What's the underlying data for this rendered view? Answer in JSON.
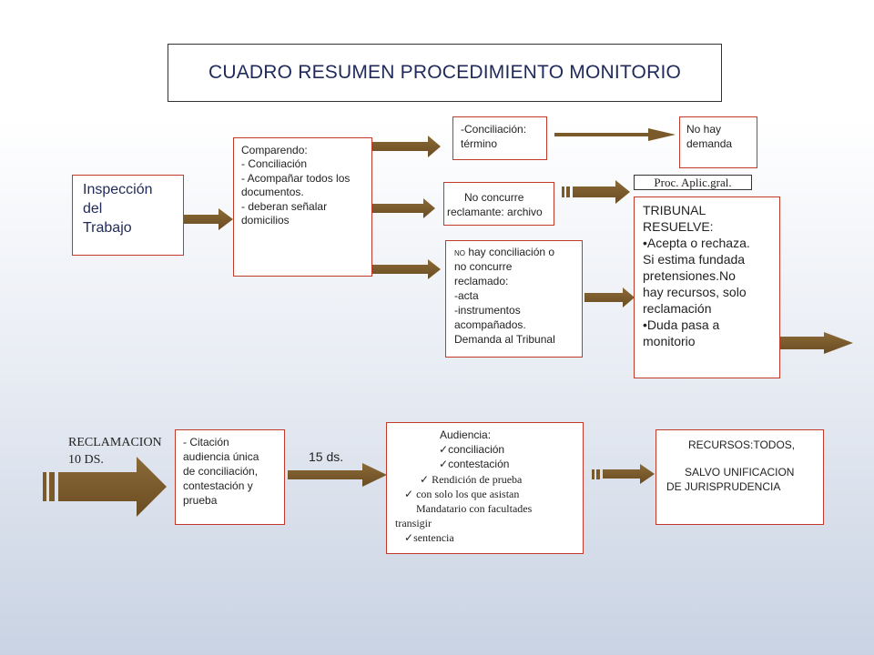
{
  "title": "CUADRO RESUMEN PROCEDIMIENTO MONITORIO",
  "inspeccion": [
    "Inspección",
    "del",
    "Trabajo"
  ],
  "comparendo": [
    "Comparendo:",
    "- Conciliación",
    "- Acompañar todos los",
    "documentos.",
    "- deberan señalar",
    "domicilios"
  ],
  "conciliacion": [
    "-Conciliación:",
    "término"
  ],
  "no_hay_demanda": [
    "No hay",
    "demanda"
  ],
  "no_concurre": [
    "No concurre",
    "reclamante: archivo"
  ],
  "no_hay_conciliacion": {
    "no_prefix": "NO",
    "first_line_rest": " hay conciliación o",
    "lines": [
      "no concurre",
      "reclamado:",
      "-acta",
      "-instrumentos",
      "acompañados.",
      "Demanda al Tribunal"
    ]
  },
  "proc_aplic": "Proc. Aplic.gral.",
  "tribunal": [
    "TRIBUNAL",
    "RESUELVE:",
    "•Acepta o rechaza.",
    "Si estima fundada",
    "pretensiones.No",
    "hay recursos, solo",
    "reclamación",
    "•Duda pasa a",
    "monitorio"
  ],
  "reclamacion": [
    "RECLAMACION",
    "10 DS."
  ],
  "citacion": [
    "- Citación",
    "audiencia única",
    "de conciliación,",
    "contestación y",
    "prueba"
  ],
  "quince_ds": "15 ds.",
  "audiencia": {
    "heading": "Audiencia:",
    "conciliacion": "conciliación",
    "contestacion": "contestación",
    "rendicion": " Rendición de prueba",
    "con_solo": " con solo los que asistan",
    "mandatario": "Mandatario con facultades",
    "transigir": "transigir",
    "sentencia": "sentencia",
    "check": "✓"
  },
  "recursos": [
    "RECURSOS:TODOS,",
    "SALVO UNIFICACION",
    "DE JURISPRUDENCIA"
  ],
  "colors": {
    "arrow": "#7a5a2b",
    "border": "#c0392b",
    "title": "#1f2a5a"
  }
}
